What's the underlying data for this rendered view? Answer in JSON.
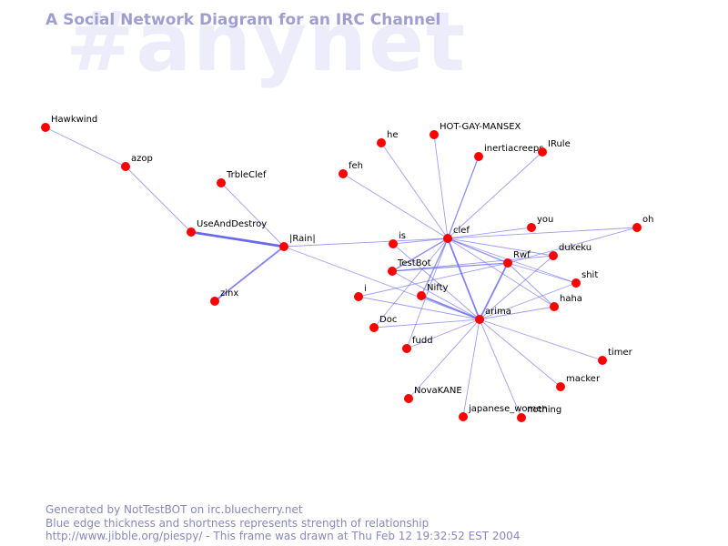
{
  "watermark": "#anynet",
  "title": "A Social Network Diagram for an IRC Channel",
  "footer": {
    "line1": "Generated by NotTestBOT on irc.bluecherry.net",
    "line2": "Blue edge thickness and shortness represents strength of relationship",
    "line3": "http://www.jibble.org/piespy/ - This frame was drawn at Thu Feb 12 19:32:52 EST 2004"
  },
  "colors": {
    "node": "#ff0000",
    "edge": "#6666ee",
    "title": "#9e9ed0",
    "watermark": "#ececfb",
    "footer": "#8888bb"
  },
  "nodes": [
    {
      "id": "Hawkwind",
      "label": "Hawkwind"
    },
    {
      "id": "azop",
      "label": "azop"
    },
    {
      "id": "TrbleClef",
      "label": "TrbleClef"
    },
    {
      "id": "UseAndDestroy",
      "label": "UseAndDestroy"
    },
    {
      "id": "Rain",
      "label": "|Rain|"
    },
    {
      "id": "zinx",
      "label": "zinx"
    },
    {
      "id": "feh",
      "label": "feh"
    },
    {
      "id": "he",
      "label": "he"
    },
    {
      "id": "HOTGAY",
      "label": "HOT-GAY-MANSEX"
    },
    {
      "id": "inertiacreeps",
      "label": "inertiacreeps"
    },
    {
      "id": "IRule",
      "label": "IRule"
    },
    {
      "id": "clef",
      "label": "clef"
    },
    {
      "id": "you",
      "label": "you"
    },
    {
      "id": "oh",
      "label": "oh"
    },
    {
      "id": "is",
      "label": "is"
    },
    {
      "id": "dukeku",
      "label": "dukeku"
    },
    {
      "id": "Rwf",
      "label": "Rwf"
    },
    {
      "id": "TestBot",
      "label": "TestBot"
    },
    {
      "id": "shit",
      "label": "shit"
    },
    {
      "id": "i",
      "label": "i"
    },
    {
      "id": "Nifty",
      "label": "Nifty"
    },
    {
      "id": "haha",
      "label": "haha"
    },
    {
      "id": "arima",
      "label": "arima"
    },
    {
      "id": "Doc",
      "label": "Doc"
    },
    {
      "id": "fudd",
      "label": "fudd"
    },
    {
      "id": "timer",
      "label": "timer"
    },
    {
      "id": "macker",
      "label": "macker"
    },
    {
      "id": "NovaKANE",
      "label": "NovaKANE"
    },
    {
      "id": "japanese_women",
      "label": "japanese_women"
    },
    {
      "id": "nothing",
      "label": "nothing"
    }
  ],
  "edges": [
    {
      "from": "Hawkwind",
      "to": "azop",
      "weight": 1
    },
    {
      "from": "azop",
      "to": "UseAndDestroy",
      "weight": 1
    },
    {
      "from": "TrbleClef",
      "to": "Rain",
      "weight": 1
    },
    {
      "from": "UseAndDestroy",
      "to": "Rain",
      "weight": 3
    },
    {
      "from": "zinx",
      "to": "Rain",
      "weight": 2
    },
    {
      "from": "Rain",
      "to": "clef",
      "weight": 1
    },
    {
      "from": "Rain",
      "to": "arima",
      "weight": 1
    },
    {
      "from": "feh",
      "to": "clef",
      "weight": 1
    },
    {
      "from": "he",
      "to": "clef",
      "weight": 1
    },
    {
      "from": "HOTGAY",
      "to": "clef",
      "weight": 1
    },
    {
      "from": "inertiacreeps",
      "to": "clef",
      "weight": 1.5
    },
    {
      "from": "IRule",
      "to": "clef",
      "weight": 1
    },
    {
      "from": "you",
      "to": "clef",
      "weight": 1
    },
    {
      "from": "oh",
      "to": "clef",
      "weight": 1
    },
    {
      "from": "oh",
      "to": "Rwf",
      "weight": 1
    },
    {
      "from": "is",
      "to": "clef",
      "weight": 1
    },
    {
      "from": "clef",
      "to": "dukeku",
      "weight": 1
    },
    {
      "from": "clef",
      "to": "Rwf",
      "weight": 1.5
    },
    {
      "from": "clef",
      "to": "shit",
      "weight": 1
    },
    {
      "from": "clef",
      "to": "haha",
      "weight": 1
    },
    {
      "from": "clef",
      "to": "TestBot",
      "weight": 1.5
    },
    {
      "from": "clef",
      "to": "Nifty",
      "weight": 1.5
    },
    {
      "from": "clef",
      "to": "arima",
      "weight": 2
    },
    {
      "from": "clef",
      "to": "Doc",
      "weight": 1
    },
    {
      "from": "clef",
      "to": "fudd",
      "weight": 1
    },
    {
      "from": "TestBot",
      "to": "Rwf",
      "weight": 1.5
    },
    {
      "from": "TestBot",
      "to": "dukeku",
      "weight": 1
    },
    {
      "from": "TestBot",
      "to": "arima",
      "weight": 1
    },
    {
      "from": "is",
      "to": "arima",
      "weight": 1
    },
    {
      "from": "Nifty",
      "to": "arima",
      "weight": 2
    },
    {
      "from": "i",
      "to": "Rwf",
      "weight": 1
    },
    {
      "from": "i",
      "to": "arima",
      "weight": 1
    },
    {
      "from": "Rwf",
      "to": "arima",
      "weight": 2
    },
    {
      "from": "Rwf",
      "to": "shit",
      "weight": 1
    },
    {
      "from": "Rwf",
      "to": "haha",
      "weight": 1
    },
    {
      "from": "dukeku",
      "to": "arima",
      "weight": 1
    },
    {
      "from": "shit",
      "to": "arima",
      "weight": 1
    },
    {
      "from": "haha",
      "to": "arima",
      "weight": 1
    },
    {
      "from": "Doc",
      "to": "arima",
      "weight": 1
    },
    {
      "from": "fudd",
      "to": "arima",
      "weight": 1
    },
    {
      "from": "timer",
      "to": "arima",
      "weight": 1
    },
    {
      "from": "macker",
      "to": "arima",
      "weight": 1
    },
    {
      "from": "NovaKANE",
      "to": "arima",
      "weight": 1
    },
    {
      "from": "japanese_women",
      "to": "arima",
      "weight": 1
    },
    {
      "from": "nothing",
      "to": "arima",
      "weight": 1
    }
  ]
}
